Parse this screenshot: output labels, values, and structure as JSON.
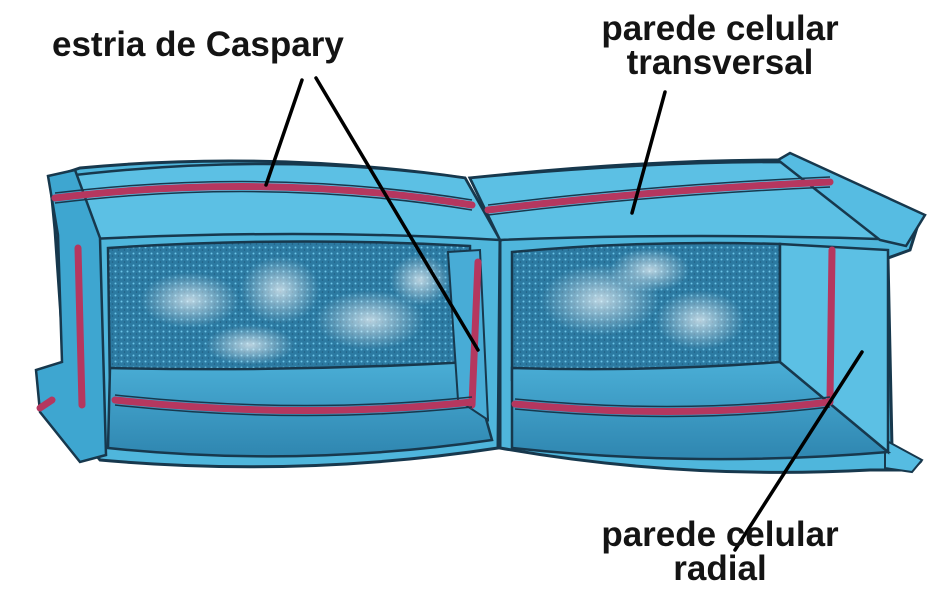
{
  "labels": {
    "caspary": "estria de Caspary",
    "transversal_line1": "parede celular",
    "transversal_line2": "transversal",
    "radial_line1": "parede celular",
    "radial_line2": "radial"
  },
  "colors": {
    "wall_blue": "#4fb6dc",
    "wall_dark": "#17384d",
    "inner_blue": "#3e9cc4",
    "casparian_strip": "#b5375f",
    "cytoplasm": "#2f7fa6",
    "label_text": "#141414"
  }
}
